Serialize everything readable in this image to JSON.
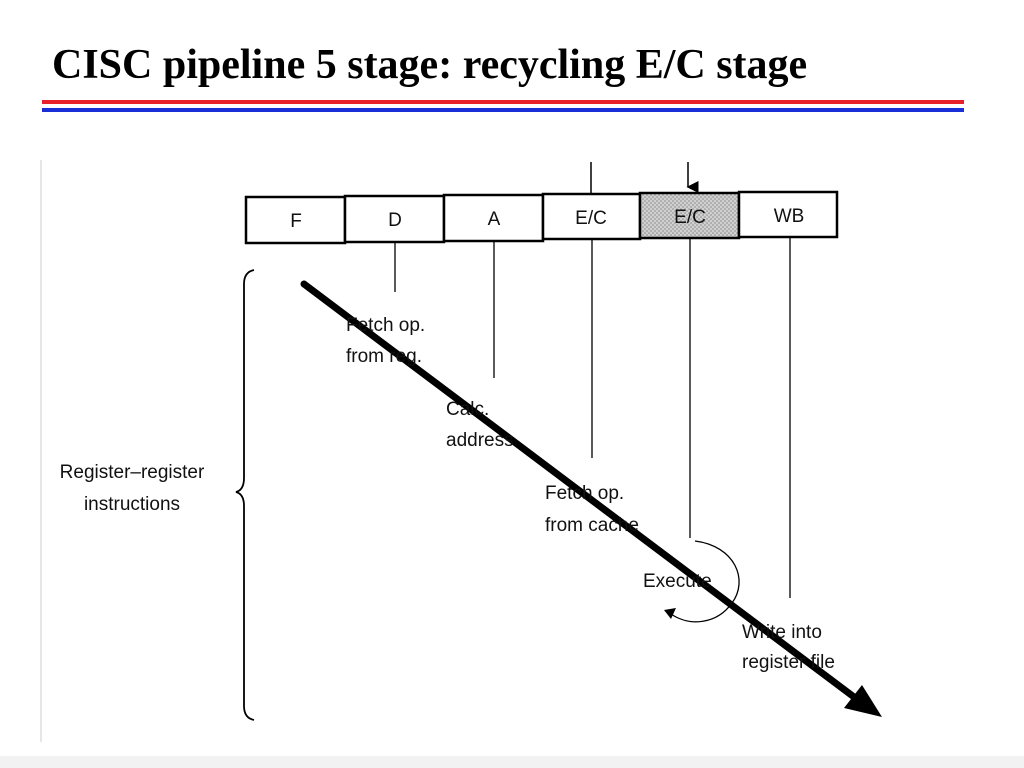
{
  "title": "CISC pipeline 5 stage: recycling E/C stage",
  "colors": {
    "rule_top": "#e8202a",
    "rule_bottom": "#1a2fd6",
    "highlighted_stage_fill": "#bdbdbd"
  },
  "pipeline": {
    "stages": [
      "F",
      "D",
      "A",
      "E/C",
      "E/C",
      "WB"
    ],
    "highlighted_stage": "E/C"
  },
  "annotations": {
    "fetch_reg": [
      "Fetch op.",
      "from reg."
    ],
    "calc_address": [
      "Calc.",
      "address"
    ],
    "fetch_cache": [
      "Fetch op.",
      "from cache"
    ],
    "execute": "Execute",
    "write_back": [
      "Write into",
      "register file"
    ],
    "group_label": [
      "Register–register",
      "instructions"
    ]
  }
}
